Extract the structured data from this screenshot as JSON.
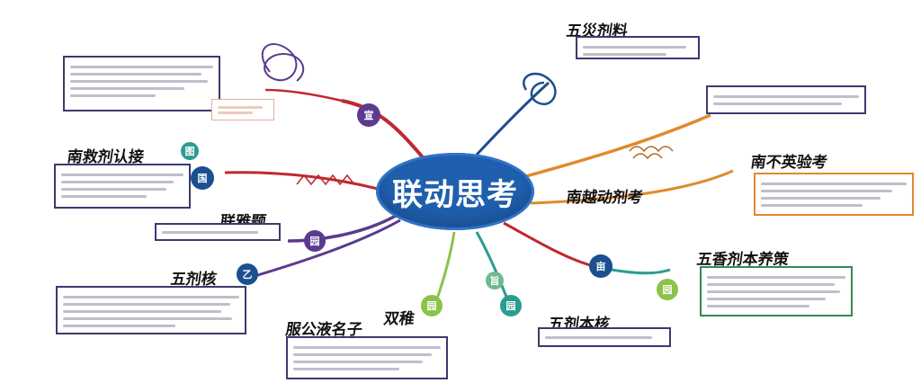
{
  "center": {
    "title": "联动思考"
  },
  "topics": [
    {
      "id": "t1",
      "title": "五災剂料"
    },
    {
      "id": "t2",
      "title": "南不英验考"
    },
    {
      "id": "t3",
      "title": "南越动剂考"
    },
    {
      "id": "t4",
      "title": "五香剂本养策"
    },
    {
      "id": "t5",
      "title": "五剂本核"
    },
    {
      "id": "t6",
      "title": "双稚"
    },
    {
      "id": "t7",
      "title": "服公液名子"
    },
    {
      "id": "t8",
      "title": "五剂核"
    },
    {
      "id": "t9",
      "title": "联雅题"
    },
    {
      "id": "t10",
      "title": "南救剂认接"
    }
  ],
  "badges": [
    {
      "id": "b-tl",
      "char": "宣"
    },
    {
      "id": "b-l",
      "char": "图"
    },
    {
      "id": "b-l2",
      "char": "国"
    },
    {
      "id": "b-mid",
      "char": "园"
    },
    {
      "id": "b-low",
      "char": "乙"
    },
    {
      "id": "b-green",
      "char": "园"
    },
    {
      "id": "b-teal",
      "char": "园"
    },
    {
      "id": "b-teal2",
      "char": "旨"
    },
    {
      "id": "b-r",
      "char": "亩"
    },
    {
      "id": "b-gr",
      "char": "园"
    }
  ],
  "colors": {
    "center": "#1f5fae",
    "branch_red": "#c0282f",
    "branch_blue": "#1b4f8f",
    "branch_orange": "#e08a2a",
    "branch_purple": "#5b3a8f",
    "branch_green": "#8bc34a",
    "branch_teal": "#2a9d8f",
    "box_border": "#3a3a6e",
    "box_green": "#2e8b57"
  }
}
